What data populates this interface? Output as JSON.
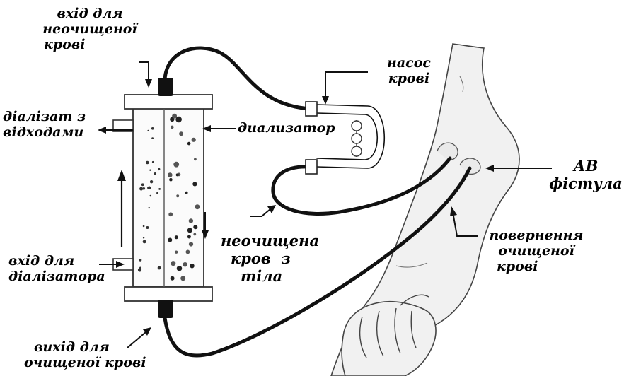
{
  "labels": {
    "inlet_unpurified": [
      "вхід для",
      "неочищеної",
      "крові"
    ],
    "blood_pump": [
      "насос",
      "крові"
    ],
    "dialysate_waste": [
      "діалізат з",
      "відходами"
    ],
    "dialyzer": "диализатор",
    "av_fistula": [
      "АВ",
      "фістула"
    ],
    "return_purified": [
      "повернення",
      "очищеної",
      "крові"
    ],
    "unpurified_from_body": [
      "неочищена",
      "кров  з",
      "тіла"
    ],
    "dialysate_inlet": [
      "вхід для",
      "діалізатора"
    ],
    "outlet_purified": [
      "вихід для",
      "очищеної крові"
    ]
  },
  "colors": {
    "ink": "#000000",
    "tube": "#111111",
    "arm_fill": "#f1f1f1",
    "arm_line": "#444444",
    "dialyzer_body": "#fbfbfb"
  }
}
